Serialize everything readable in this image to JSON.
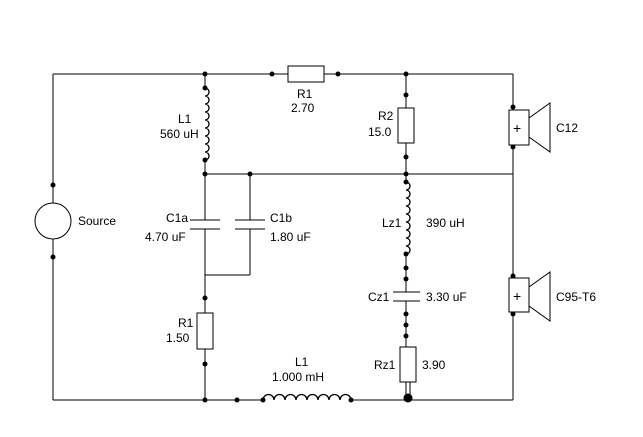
{
  "components": {
    "r1_top": {
      "name": "R1",
      "value": "2.70"
    },
    "r2": {
      "name": "R2",
      "value": "15.0"
    },
    "l1_top": {
      "name": "L1",
      "value": "560 uH"
    },
    "c1a": {
      "name": "C1a",
      "value": "4.70 uF"
    },
    "c1b": {
      "name": "C1b",
      "value": "1.80 uF"
    },
    "lz1": {
      "name": "Lz1",
      "value": "390 uH"
    },
    "cz1": {
      "name": "Cz1",
      "value": "3.30 uF"
    },
    "rz1": {
      "name": "Rz1",
      "value": "3.90"
    },
    "r1_bottom": {
      "name": "R1",
      "value": "1.50"
    },
    "l1_bottom": {
      "name": "L1",
      "value": "1.000 mH"
    }
  },
  "source": {
    "label": "Source"
  },
  "drivers": {
    "tweeter": {
      "label": "C12",
      "polarity": "+"
    },
    "woofer": {
      "label": "C95-T6",
      "polarity": "+"
    }
  }
}
